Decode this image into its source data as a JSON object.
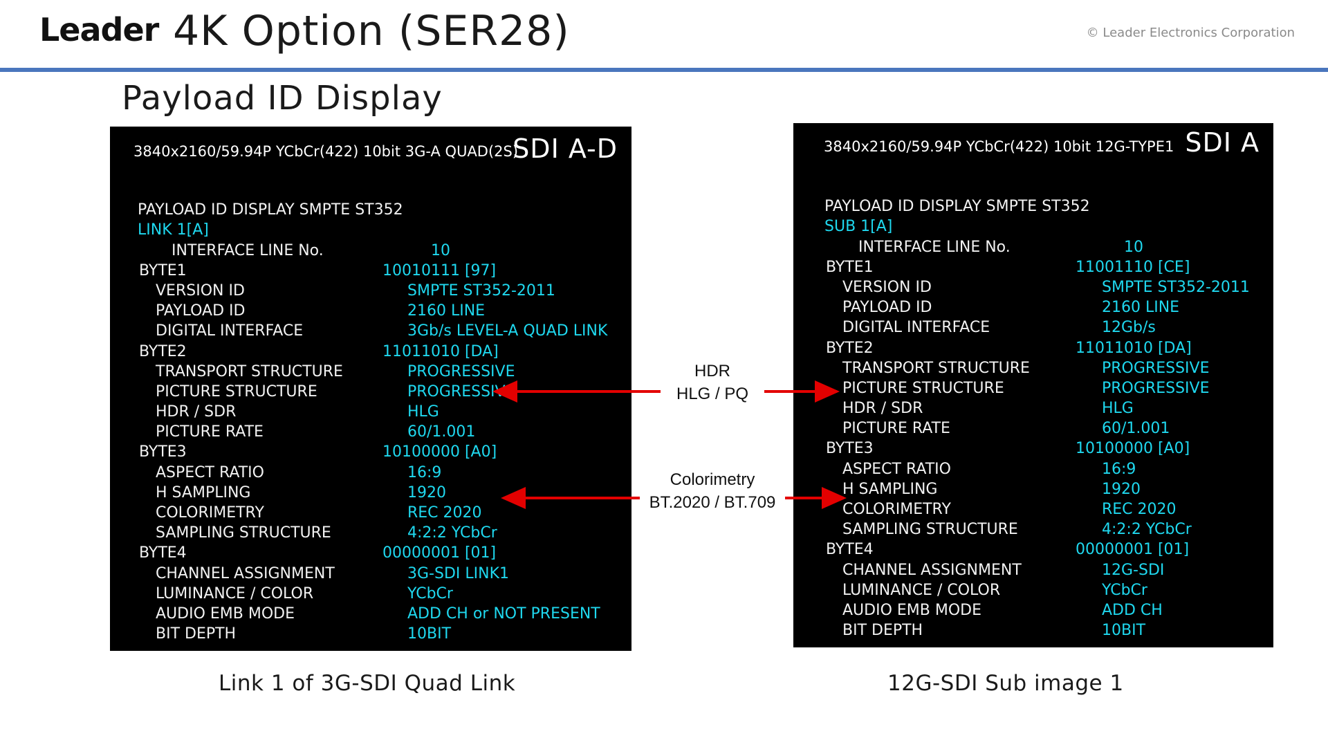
{
  "header": {
    "logo": "Leader",
    "title": "4K Option (SER28)",
    "copyright": "© Leader Electronics Corporation"
  },
  "section_title": "Payload ID Display",
  "screens": [
    {
      "id": "left",
      "header_text": "3840x2160/59.94P YCbCr(422) 10bit 3G-A QUAD(2S)",
      "channel": "SDI A-D",
      "caption": "Link 1 of 3G-SDI Quad Link",
      "lines": [
        {
          "label": "",
          "value": ""
        },
        {
          "label": "PAYLOAD ID DISPLAY  SMPTE ST352",
          "value": "",
          "indent": 0
        },
        {
          "label": "LINK 1[A]",
          "value": "",
          "indent": 0,
          "label_color": "cyan"
        },
        {
          "label": "INTERFACE LINE No.",
          "value": "10",
          "indent": 2,
          "value_indent": 1
        },
        {
          "label": "BYTE1",
          "value": "10010111 [97]",
          "indent": 0
        },
        {
          "label": "VERSION ID",
          "value": "SMPTE ST352-2011",
          "indent": 1
        },
        {
          "label": "PAYLOAD ID",
          "value": "2160 LINE",
          "indent": 1
        },
        {
          "label": "DIGITAL INTERFACE",
          "value": "3Gb/s LEVEL-A QUAD LINK",
          "indent": 1
        },
        {
          "label": "BYTE2",
          "value": "11011010 [DA]",
          "indent": 0
        },
        {
          "label": "TRANSPORT STRUCTURE",
          "value": "PROGRESSIVE",
          "indent": 1
        },
        {
          "label": "PICTURE STRUCTURE",
          "value": "PROGRESSIVE",
          "indent": 1
        },
        {
          "label": "HDR / SDR",
          "value": "HLG",
          "indent": 1
        },
        {
          "label": "PICTURE RATE",
          "value": "60/1.001",
          "indent": 1
        },
        {
          "label": "BYTE3",
          "value": "10100000 [A0]",
          "indent": 0
        },
        {
          "label": "ASPECT RATIO",
          "value": "16:9",
          "indent": 1
        },
        {
          "label": "H SAMPLING",
          "value": "1920",
          "indent": 1
        },
        {
          "label": "COLORIMETRY",
          "value": "REC 2020",
          "indent": 1
        },
        {
          "label": "SAMPLING STRUCTURE",
          "value": "4:2:2 YCbCr",
          "indent": 1
        },
        {
          "label": "BYTE4",
          "value": "00000001 [01]",
          "indent": 0
        },
        {
          "label": "CHANNEL ASSIGNMENT",
          "value": "3G-SDI LINK1",
          "indent": 1
        },
        {
          "label": "LUMINANCE / COLOR",
          "value": "YCbCr",
          "indent": 1
        },
        {
          "label": "AUDIO EMB MODE",
          "value": "ADD CH or NOT PRESENT",
          "indent": 1
        },
        {
          "label": "BIT DEPTH",
          "value": "10BIT",
          "indent": 1
        }
      ]
    },
    {
      "id": "right",
      "header_text": "3840x2160/59.94P YCbCr(422) 10bit 12G-TYPE1",
      "channel": "SDI A",
      "caption": "12G-SDI Sub image 1",
      "lines": [
        {
          "label": "",
          "value": ""
        },
        {
          "label": "PAYLOAD ID DISPLAY  SMPTE ST352",
          "value": "",
          "indent": 0
        },
        {
          "label": "SUB 1[A]",
          "value": "",
          "indent": 0,
          "label_color": "cyan"
        },
        {
          "label": "INTERFACE LINE No.",
          "value": "10",
          "indent": 2,
          "value_indent": 1
        },
        {
          "label": "BYTE1",
          "value": "11001110 [CE]",
          "indent": 0
        },
        {
          "label": "VERSION ID",
          "value": "SMPTE ST352-2011",
          "indent": 1
        },
        {
          "label": "PAYLOAD ID",
          "value": "2160 LINE",
          "indent": 1
        },
        {
          "label": "DIGITAL INTERFACE",
          "value": "12Gb/s",
          "indent": 1
        },
        {
          "label": "BYTE2",
          "value": "11011010 [DA]",
          "indent": 0
        },
        {
          "label": "TRANSPORT STRUCTURE",
          "value": "PROGRESSIVE",
          "indent": 1
        },
        {
          "label": "PICTURE STRUCTURE",
          "value": "PROGRESSIVE",
          "indent": 1
        },
        {
          "label": "HDR / SDR",
          "value": "HLG",
          "indent": 1
        },
        {
          "label": "PICTURE RATE",
          "value": "60/1.001",
          "indent": 1
        },
        {
          "label": "BYTE3",
          "value": "10100000 [A0]",
          "indent": 0
        },
        {
          "label": "ASPECT RATIO",
          "value": "16:9",
          "indent": 1
        },
        {
          "label": "H SAMPLING",
          "value": "1920",
          "indent": 1
        },
        {
          "label": "COLORIMETRY",
          "value": "REC 2020",
          "indent": 1
        },
        {
          "label": "SAMPLING STRUCTURE",
          "value": "4:2:2 YCbCr",
          "indent": 1
        },
        {
          "label": "BYTE4",
          "value": "00000001 [01]",
          "indent": 0
        },
        {
          "label": "CHANNEL ASSIGNMENT",
          "value": "12G-SDI",
          "indent": 1
        },
        {
          "label": "LUMINANCE / COLOR",
          "value": "YCbCr",
          "indent": 1
        },
        {
          "label": "AUDIO EMB MODE",
          "value": "ADD CH",
          "indent": 1
        },
        {
          "label": "BIT DEPTH",
          "value": "10BIT",
          "indent": 1
        }
      ]
    }
  ],
  "annotations": {
    "hdr": {
      "line1": "HDR",
      "line2": "HLG / PQ"
    },
    "colorimetry": {
      "line1": "Colorimetry",
      "line2": "BT.2020 / BT.709"
    }
  },
  "colors": {
    "accent_rule": "#4a76bd",
    "screen_value": "#1fd8ef",
    "arrow": "#e30000"
  }
}
